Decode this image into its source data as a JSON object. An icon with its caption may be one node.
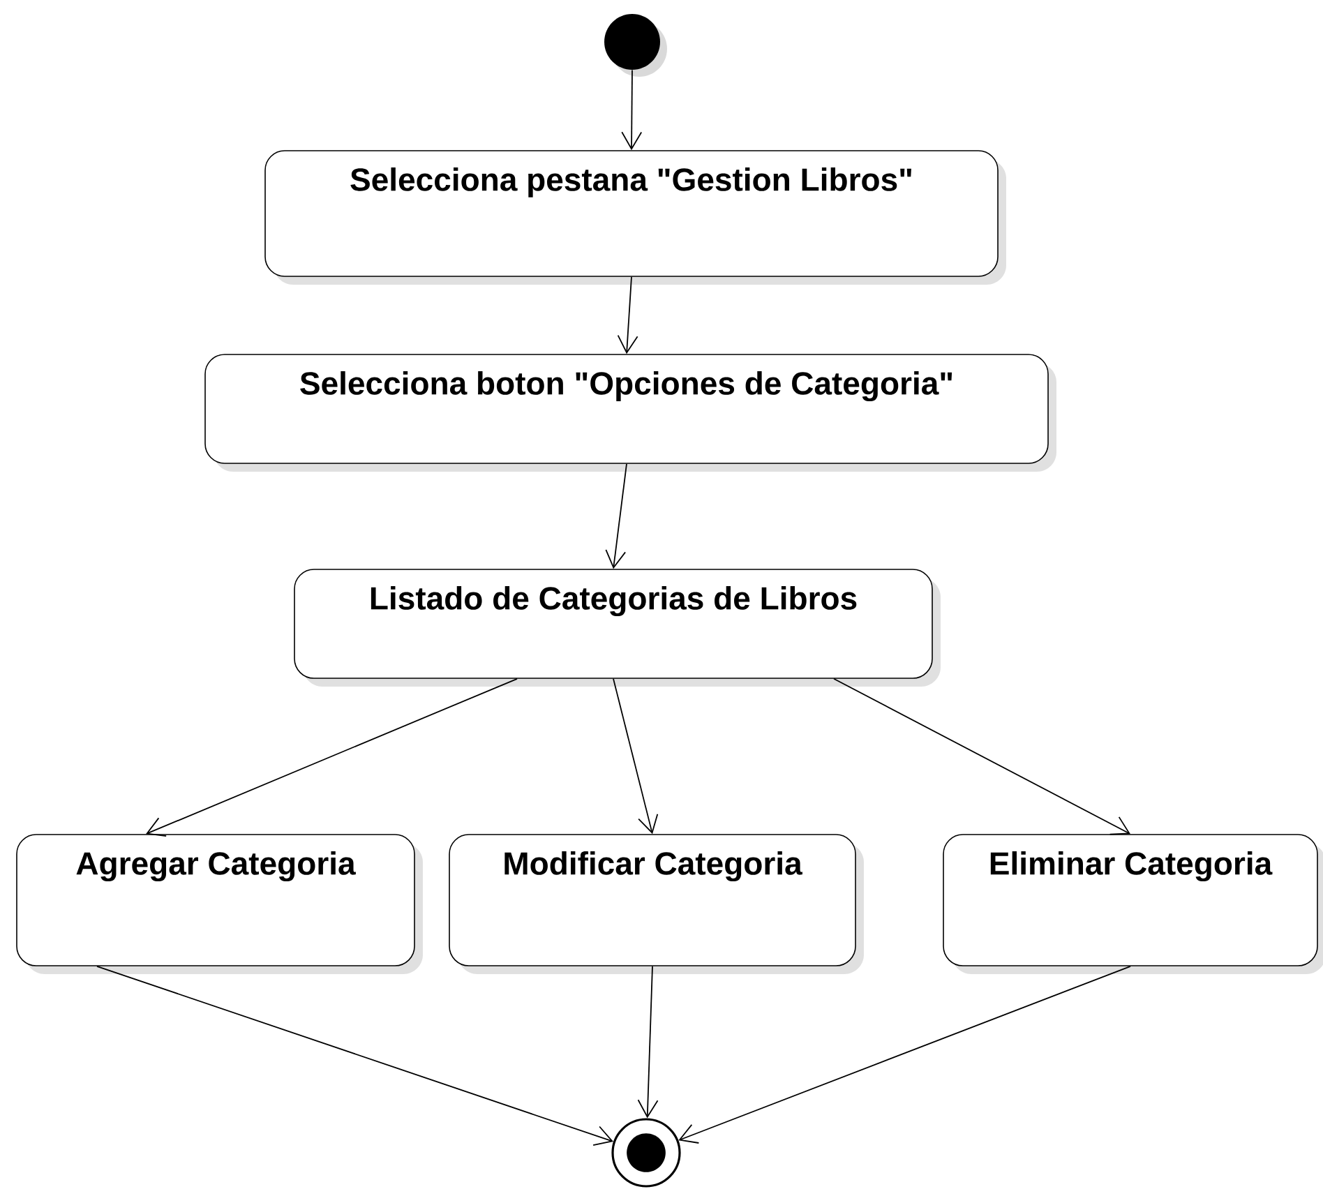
{
  "diagram": {
    "nodes": [
      {
        "text": [],
        "shape": "circle"
      },
      {
        "text": [
          "Selecciona pestana \"Gestion Libros\""
        ]
      },
      {
        "text": [
          "Selecciona boton \"Opciones de Categoria\""
        ]
      },
      {
        "text": [
          "Listado de Categorias de Libros"
        ]
      },
      {
        "text": [
          "Agregar Categoria"
        ]
      },
      {
        "text": [
          "Modificar Categoria"
        ]
      },
      {
        "text": [
          "Eliminar Categoria"
        ]
      },
      {
        "text": [],
        "shape": "bullseye"
      }
    ],
    "edges": [
      {
        "from": 0,
        "to": 1,
        "arrow": "to"
      },
      {
        "from": 1,
        "to": 2,
        "arrow": "to"
      },
      {
        "from": 2,
        "to": 3,
        "arrow": "to"
      },
      {
        "from": 3,
        "to": 4,
        "arrow": "to"
      },
      {
        "from": 3,
        "to": 5,
        "arrow": "to"
      },
      {
        "from": 3,
        "to": 6,
        "arrow": "to"
      },
      {
        "from": 4,
        "to": 7,
        "arrow": "to"
      },
      {
        "from": 5,
        "to": 7,
        "arrow": "to"
      },
      {
        "from": 6,
        "to": 7,
        "arrow": "to"
      }
    ]
  }
}
